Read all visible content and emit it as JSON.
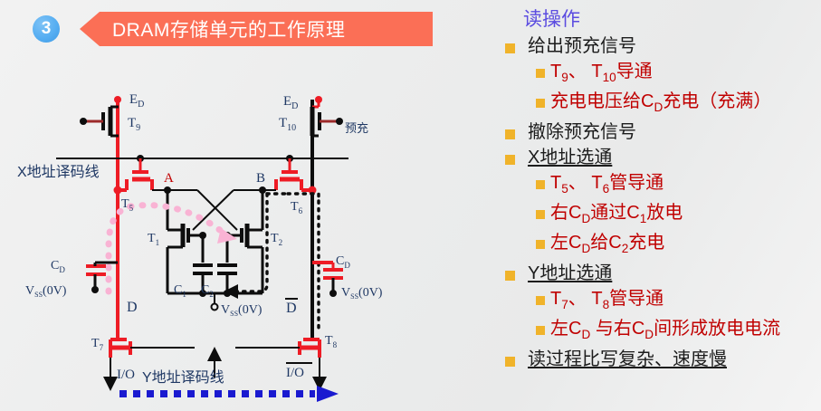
{
  "header": {
    "step_number": "3",
    "title": "DRAM存储单元的工作原理",
    "banner_color": "#fb6f56",
    "badge_color": "#56aef2"
  },
  "bullets": {
    "title": "读操作",
    "items": [
      {
        "level": 1,
        "text": "给出预充信号",
        "underline": false
      },
      {
        "level": 2,
        "html": "T<sub>9</sub>、 T<sub>10</sub>导通"
      },
      {
        "level": 2,
        "html": "充电电压给C<sub>D</sub>充电（充满）"
      },
      {
        "level": 1,
        "text": "撤除预充信号",
        "underline": false
      },
      {
        "level": 1,
        "text": "X地址选通",
        "underline": true
      },
      {
        "level": 2,
        "html": "T<sub>5</sub>、 T<sub>6</sub>管导通"
      },
      {
        "level": 2,
        "html": "右C<sub>D</sub>通过C<sub>1</sub>放电"
      },
      {
        "level": 2,
        "html": "左C<sub>D</sub>给C<sub>2</sub>充电"
      },
      {
        "level": 1,
        "text": "Y地址选通",
        "underline": true
      },
      {
        "level": 2,
        "html": "T<sub>7</sub>、 T<sub>8</sub>管导通"
      },
      {
        "level": 2,
        "html": "左C<sub>D</sub> 与右C<sub>D</sub>间形成放电电流"
      },
      {
        "level": 1,
        "text": "读过程比写复杂、速度慢",
        "underline": true
      }
    ],
    "bullet_color": "#f0b32a",
    "level1_color": "#1c1c1c",
    "level2_color": "#c00000",
    "title_color": "#5b4ce0"
  },
  "diagram": {
    "labels": {
      "ed_left": "E",
      "ed_left_sub": "D",
      "ed_right": "E",
      "ed_right_sub": "D",
      "t9": "T",
      "t9_sub": "9",
      "t10": "T",
      "t10_sub": "10",
      "t5": "T",
      "t5_sub": "5",
      "t6": "T",
      "t6_sub": "6",
      "t1": "T",
      "t1_sub": "1",
      "t2": "T",
      "t2_sub": "2",
      "t7": "T",
      "t7_sub": "7",
      "t8": "T",
      "t8_sub": "8",
      "c1": "C",
      "c1_sub": "1",
      "c2": "C",
      "c2_sub": "2",
      "cd_left": "C",
      "cd_left_sub": "D",
      "cd_right": "C",
      "cd_right_sub": "D",
      "node_a": "A",
      "node_b": "B",
      "node_d": "D",
      "node_dbar": "D",
      "vss_left": "V",
      "vss_sub": "SS",
      "vss_paren": "(0V)",
      "vss_mid": "V",
      "vss_right": "V",
      "x_decode_line": "X地址译码线",
      "y_decode_line": "Y地址译码线",
      "precharge": "预充",
      "io_left": "I/O",
      "io_right": "I/O"
    },
    "colors": {
      "red_wire": "#ee1c25",
      "black_wire": "#0d0d0d",
      "pink_dots": "#f9b3d4",
      "blue_arrow": "#1a1ad0",
      "label_blue": "#1f3864",
      "label_red": "#c00000"
    }
  }
}
